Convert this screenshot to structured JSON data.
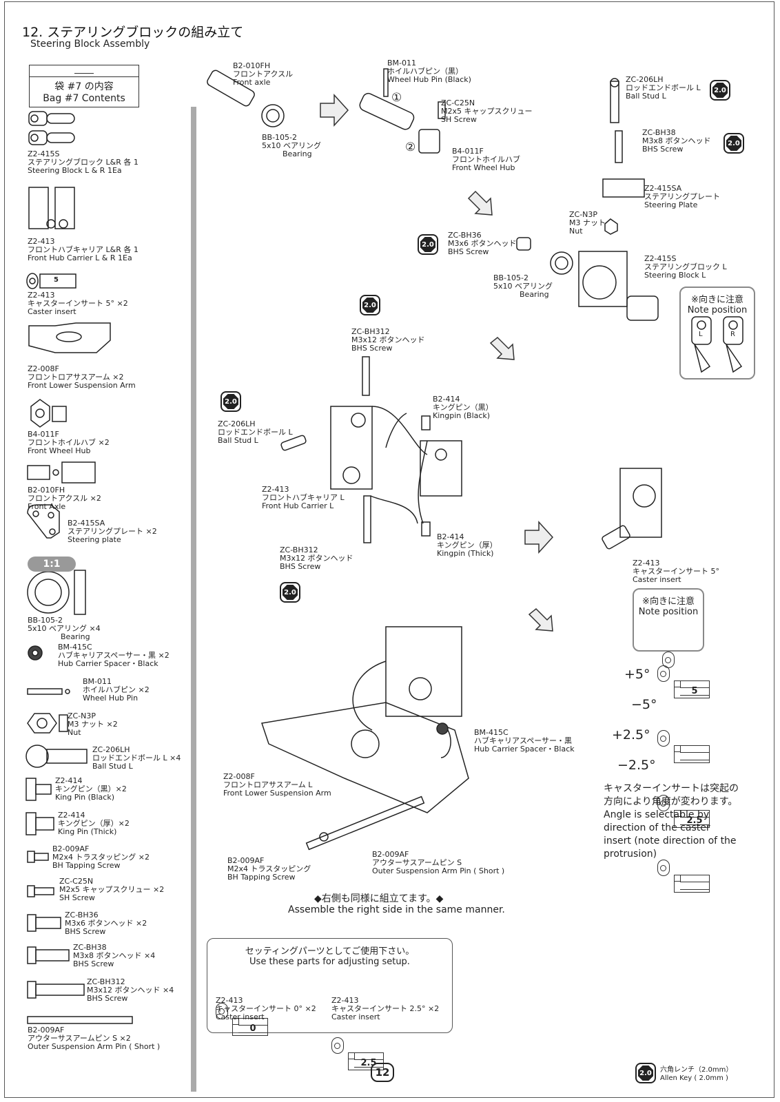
{
  "header": {
    "title": "12. ステアリングブロックの組み立て",
    "subtitle": "Steering Block Assembly"
  },
  "bag": {
    "jp": "袋 #7 の内容",
    "en": "Bag #7 Contents"
  },
  "contents": [
    {
      "code": "Z2-415S",
      "jp": "ステアリングブロック L&R 各 1",
      "en": "Steering Block L & R 1Ea"
    },
    {
      "code": "Z2-413",
      "jp": "フロントハブキャリア L&R 各 1",
      "en": "Front Hub Carrier L & R 1Ea"
    },
    {
      "code": "Z2-413",
      "jp": "キャスターインサート 5° ×2",
      "en": "Caster insert"
    },
    {
      "code": "Z2-008F",
      "jp": "フロントロアサスアーム ×2",
      "en": "Front Lower Suspension Arm"
    },
    {
      "code": "B4-011F",
      "jp": "フロントホイルハブ ×2",
      "en": "Front Wheel Hub"
    },
    {
      "code": "B2-010FH",
      "jp": "フロントアクスル ×2",
      "en": "Front Axle"
    },
    {
      "code": "B2-415SA",
      "jp": "ステアリングプレート ×2",
      "en": "Steering plate"
    },
    {
      "code": "BB-105-2",
      "jp": "5x10 ベアリング ×4",
      "en": "Bearing"
    },
    {
      "code": "BM-415C",
      "jp": "ハブキャリアスペーサー・黒 ×2",
      "en": "Hub Carrier Spacer・Black"
    },
    {
      "code": "BM-011",
      "jp": "ホイルハブピン ×2",
      "en": "Wheel Hub Pin"
    },
    {
      "code": "ZC-N3P",
      "jp": "M3 ナット ×2",
      "en": "Nut"
    },
    {
      "code": "ZC-206LH",
      "jp": "ロッドエンドボール L ×4",
      "en": "Ball Stud L"
    },
    {
      "code": "Z2-414",
      "jp": "キングピン（黒）×2",
      "en": "King Pin (Black)"
    },
    {
      "code": "Z2-414",
      "jp": "キングピン（厚）×2",
      "en": "King Pin (Thick)"
    },
    {
      "code": "B2-009AF",
      "jp": "M2x4 トラスタッピング ×2",
      "en": "BH Tapping Screw"
    },
    {
      "code": "ZC-C25N",
      "jp": "M2x5 キャップスクリュー ×2",
      "en": "SH Screw"
    },
    {
      "code": "ZC-BH36",
      "jp": "M3x6 ボタンヘッド ×2",
      "en": "BHS Screw"
    },
    {
      "code": "ZC-BH38",
      "jp": "M3x8 ボタンヘッド ×4",
      "en": "BHS Screw"
    },
    {
      "code": "ZC-BH312",
      "jp": "M3x12 ボタンヘッド ×4",
      "en": "BHS Screw"
    },
    {
      "code": "B2-009AF",
      "jp": "アウターサスアームピン S ×2",
      "en": "Outer Suspension Arm Pin ( Short )"
    }
  ],
  "ratio": "1:1",
  "key_label": "2.0",
  "insert_label_5": "5",
  "steps": {
    "axle": {
      "code": "B2-010FH",
      "jp": "フロントアクスル",
      "en": "Front axle"
    },
    "bearing_a": {
      "code": "BB-105-2",
      "jp": "5x10 ベアリング",
      "en": "Bearing"
    },
    "hubpin": {
      "code": "BM-011",
      "jp": "ホイルハブピン（黒）",
      "en": "Wheel Hub Pin (Black)"
    },
    "num1": "①",
    "num2": "②",
    "c25n": {
      "code": "ZC-C25N",
      "jp": "M2x5 キャップスクリュー",
      "en": "SH Screw"
    },
    "hub": {
      "code": "B4-011F",
      "jp": "フロントホイルハブ",
      "en": "Front Wheel Hub"
    },
    "ball_a": {
      "code": "ZC-206LH",
      "jp": "ロッドエンドボール L",
      "en": "Ball Stud L"
    },
    "bh38": {
      "code": "ZC-BH38",
      "jp": "M3x8 ボタンヘッド",
      "en": "BHS Screw"
    },
    "plate": {
      "code": "Z2-415SA",
      "jp": "ステアリングプレート",
      "en": "Steering Plate"
    },
    "nut": {
      "code": "ZC-N3P",
      "jp": "M3 ナット",
      "en": "Nut"
    },
    "bh36": {
      "code": "ZC-BH36",
      "jp": "M3x6 ボタンヘッド",
      "en": "BHS Screw"
    },
    "block": {
      "code": "Z2-415S",
      "jp": "ステアリングブロック L",
      "en": "Steering Block L"
    },
    "bearing_b": {
      "code": "BB-105-2",
      "jp": "5x10 ベアリング",
      "en": "Bearing"
    },
    "note1": {
      "jp": "※向きに注意",
      "en": "Note position",
      "l": "L",
      "r": "R"
    },
    "bh312a": {
      "code": "ZC-BH312",
      "jp": "M3x12 ボタンヘッド",
      "en": "BHS Screw"
    },
    "ball_b": {
      "code": "ZC-206LH",
      "jp": "ロッドエンドボール L",
      "en": "Ball Stud L"
    },
    "kingpin_black": {
      "code": "B2-414",
      "jp": "キングピン（黒）",
      "en": "Kingpin (Black)"
    },
    "carrier": {
      "code": "Z2-413",
      "jp": "フロントハブキャリア L",
      "en": "Front Hub Carrier L"
    },
    "kingpin_thick": {
      "code": "B2-414",
      "jp": "キングピン（厚）",
      "en": "Kingpin (Thick)"
    },
    "bh312b": {
      "code": "ZC-BH312",
      "jp": "M3x12 ボタンヘッド",
      "en": "BHS Screw"
    },
    "caster": {
      "code": "Z2-413",
      "jp": "キャスターインサート 5°",
      "en": "Caster insert"
    },
    "note2": {
      "jp": "※向きに注意",
      "en": "Note position"
    },
    "spacer": {
      "code": "BM-415C",
      "jp": "ハブキャリアスペーサー・黒",
      "en": "Hub Carrier Spacer・Black"
    },
    "arm": {
      "code": "Z2-008F",
      "jp": "フロントロアサスアーム L",
      "en": "Front Lower Suspension Arm"
    },
    "tap": {
      "code": "B2-009AF",
      "jp": "M2x4 トラスタッピング",
      "en": "BH Tapping Screw"
    },
    "pin": {
      "code": "B2-009AF",
      "jp": "アウターサスアームピン S",
      "en": "Outer Suspension Arm Pin ( Short )"
    },
    "same_jp": "◆右側も同様に組立てます。◆",
    "same_en": "Assemble the right side in the same manner."
  },
  "angles": {
    "items": [
      {
        "label": "+5°",
        "bar": "5"
      },
      {
        "label": "−5°",
        "bar": ""
      },
      {
        "label": "+2.5°",
        "bar": "2.5"
      },
      {
        "label": "−2.5°",
        "bar": ""
      }
    ],
    "jp1": "キャスターインサートは突起の",
    "jp2": "方向により角度が変わります。",
    "en1": "Angle is selectable by",
    "en2": "direction of the caster",
    "en3": "insert (note direction of the",
    "en4": "protrusion)"
  },
  "setup": {
    "jp": "セッティングパーツとしてご使用下さい。",
    "en": "Use these parts for adjusting setup.",
    "a": {
      "bar": "0",
      "code": "Z2-413",
      "jp": "キャスターインサート 0° ×2",
      "en": "Caster insert"
    },
    "b": {
      "bar": "2.5",
      "code": "Z2-413",
      "jp": "キャスターインサート 2.5° ×2",
      "en": "Caster insert"
    }
  },
  "wrench": {
    "jp": "六角レンチ（2.0mm）",
    "en": "Allen Key ( 2.0mm )"
  },
  "page_number": "12"
}
